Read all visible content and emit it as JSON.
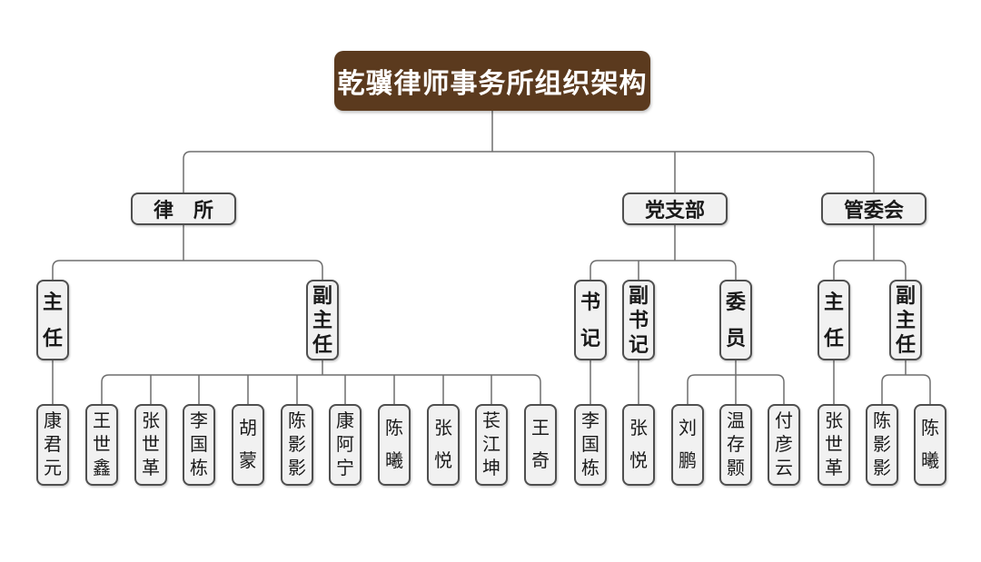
{
  "title": "乾骥律师事务所组织架构",
  "colors": {
    "title_bg": "#5b3a1e",
    "title_text": "#ffffff",
    "node_bg": "#f1f1f1",
    "node_border": "#4f4f4f",
    "connector": "#6e6e6e"
  },
  "org": {
    "branches": [
      {
        "label": "律　所",
        "positions": [
          {
            "label": "主任",
            "members": [
              "康君元"
            ]
          },
          {
            "label": "副主任",
            "members": [
              "王世鑫",
              "张世革",
              "李国栋",
              "胡蒙",
              "陈影影",
              "康阿宁",
              "陈曦",
              "张悦",
              "苌江坤",
              "王奇"
            ]
          }
        ]
      },
      {
        "label": "党支部",
        "positions": [
          {
            "label": "书记",
            "members": [
              "李国栋"
            ]
          },
          {
            "label": "副书记",
            "members": [
              "张悦"
            ]
          },
          {
            "label": "委员",
            "members": [
              "刘鹏",
              "温存颢",
              "付彦云"
            ]
          }
        ]
      },
      {
        "label": "管委会",
        "positions": [
          {
            "label": "主任",
            "members": [
              "张世革"
            ]
          },
          {
            "label": "副主任",
            "members": [
              "陈影影",
              "陈曦"
            ]
          }
        ]
      }
    ]
  }
}
